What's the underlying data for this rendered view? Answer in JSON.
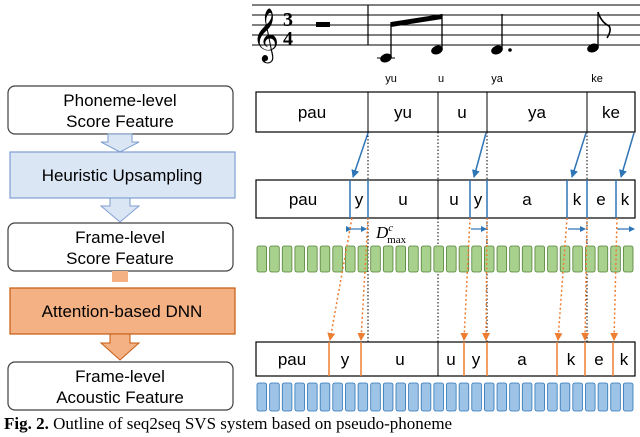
{
  "lyrics": [
    "yu",
    "u",
    "ya",
    "ke"
  ],
  "left_pipeline": {
    "phoneme_score_feature": [
      "Phoneme-level",
      "Score Feature"
    ],
    "heuristic_upsampling": "Heuristic Upsampling",
    "frame_score_feature": [
      "Frame-level",
      "Score Feature"
    ],
    "attention_dnn": "Attention-based DNN",
    "frame_acoustic_feature": [
      "Frame-level",
      "Acoustic Feature"
    ]
  },
  "phoneme_row": [
    "pau",
    "yu",
    "u",
    "ya",
    "ke"
  ],
  "frame_score_row": [
    "pau",
    "y",
    "u",
    "u",
    "y",
    "a",
    "k",
    "e",
    "k"
  ],
  "acoustic_row": [
    "pau",
    "y",
    "u",
    "u",
    "y",
    "a",
    "k",
    "e",
    "k"
  ],
  "dmax_label": {
    "base": "D",
    "sup": "c",
    "sub": "max"
  },
  "caption": {
    "prefix": "Fig. 2.",
    "text": " Outline of seq2seq SVS system based on pseudo-phoneme"
  },
  "colors": {
    "blue_box_fill": "#dbe6f5",
    "blue_box_stroke": "#7f9ed1",
    "orange_box_fill": "#f4b183",
    "orange_box_stroke": "#c55a11",
    "blue_arrow": "#2e75b6",
    "orange_arrow": "#ed7d31",
    "green_block": "#a9d18e",
    "green_stroke": "#538135",
    "blue_block": "#9dc3e6",
    "blue_stroke": "#2e75b6"
  }
}
